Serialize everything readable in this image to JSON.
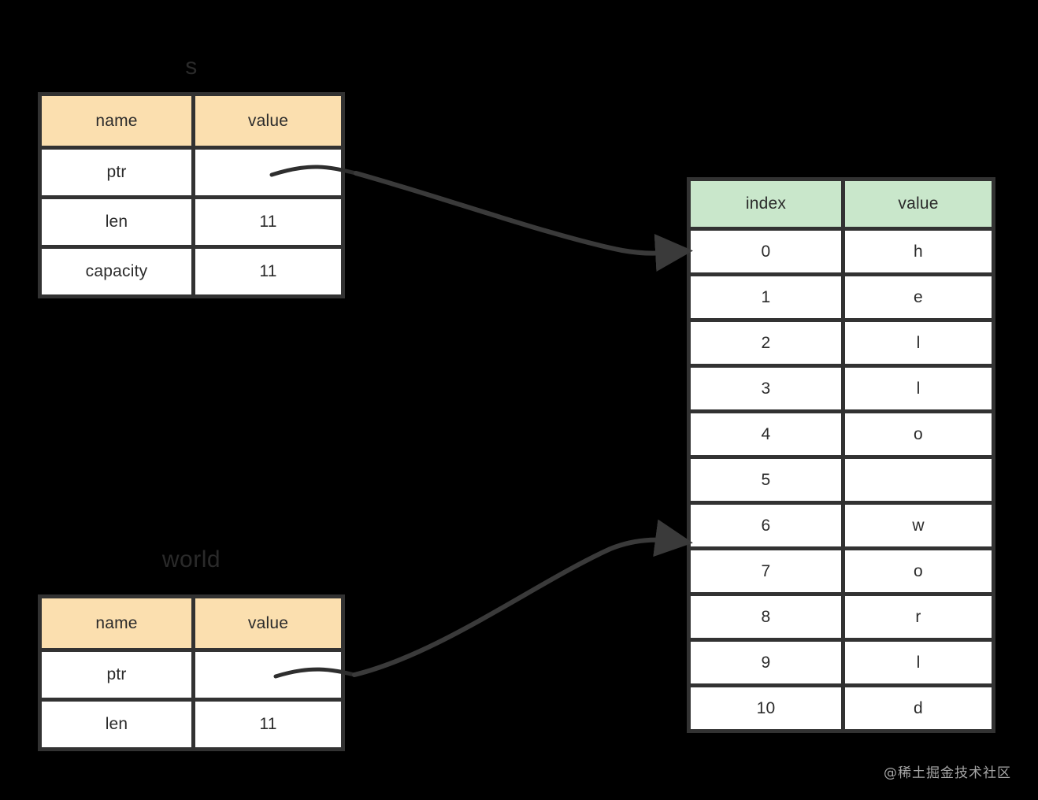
{
  "diagram": {
    "title_top": "s",
    "title_bottom": "world",
    "watermark": "@稀土掘金技术社区",
    "colors": {
      "background": "#000000",
      "border": "#323232",
      "cell_background": "#ffffff",
      "stack_header": "#fbdfaf",
      "heap_header": "#c9e7cb",
      "text": "#2b2b2b",
      "connector": "#3a3a3a",
      "watermark": "#a6a6a6"
    }
  },
  "stack_table_s": {
    "headers": [
      "name",
      "value"
    ],
    "rows": [
      {
        "name": "ptr",
        "value": "",
        "is_pointer": true
      },
      {
        "name": "len",
        "value": "11",
        "is_pointer": false
      },
      {
        "name": "capacity",
        "value": "11",
        "is_pointer": false
      }
    ]
  },
  "stack_table_world": {
    "headers": [
      "name",
      "value"
    ],
    "rows": [
      {
        "name": "ptr",
        "value": "",
        "is_pointer": true
      },
      {
        "name": "len",
        "value": "11",
        "is_pointer": false
      }
    ]
  },
  "heap_table": {
    "headers": [
      "index",
      "value"
    ],
    "rows": [
      {
        "index": "0",
        "value": "h"
      },
      {
        "index": "1",
        "value": "e"
      },
      {
        "index": "2",
        "value": "l"
      },
      {
        "index": "3",
        "value": "l"
      },
      {
        "index": "4",
        "value": "o"
      },
      {
        "index": "5",
        "value": ""
      },
      {
        "index": "6",
        "value": "w"
      },
      {
        "index": "7",
        "value": "o"
      },
      {
        "index": "8",
        "value": "r"
      },
      {
        "index": "9",
        "value": "l"
      },
      {
        "index": "10",
        "value": "d"
      }
    ]
  },
  "connectors": [
    {
      "from": "stack-table-s.ptr",
      "to": "heap_table.row.0",
      "label": ""
    },
    {
      "from": "stack-table-world.ptr",
      "to": "heap_table.row.6",
      "label": ""
    }
  ]
}
